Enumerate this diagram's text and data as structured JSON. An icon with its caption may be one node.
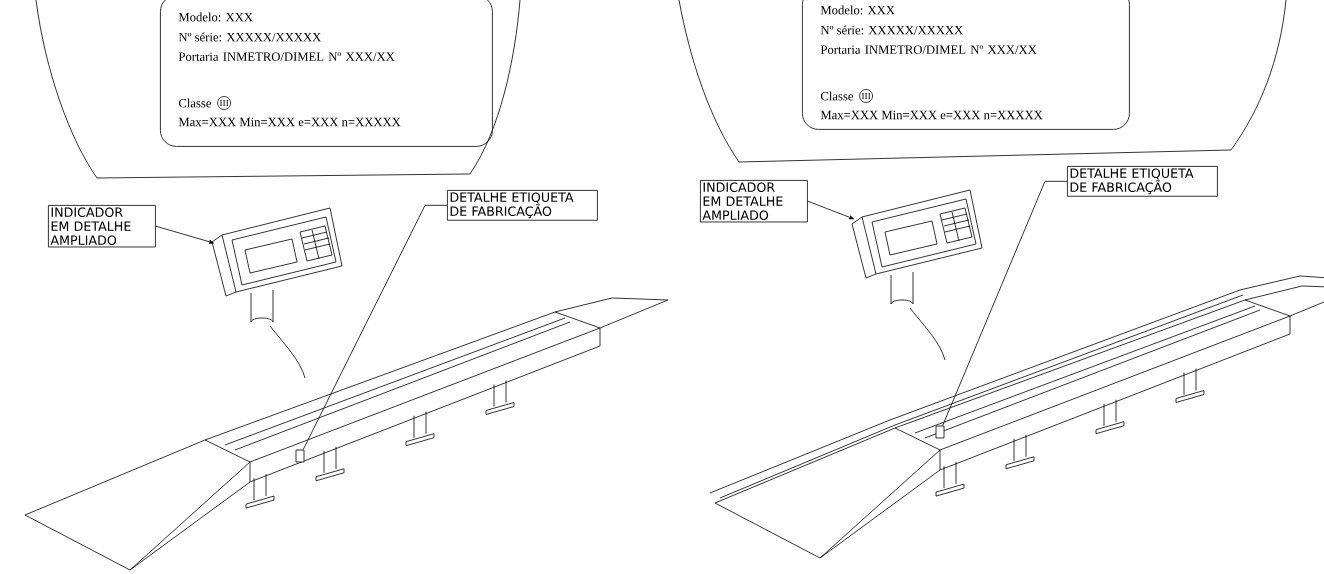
{
  "diagram": {
    "nodes": [
      {
        "text": [
          "Modelo: XXX",
          "Nº série: XXXXX/XXXXX",
          "Portaria INMETRO/DIMEL Nº XXX/XX",
          "Classe",
          "III",
          "Max=XXX Min=XXX e=XXX n=XXXXX"
        ]
      },
      {
        "text": [
          "INDICADOR EM DETALHE AMPLIADO"
        ]
      },
      {
        "text": [
          "DETALHE ETIQUETA DE FABRICAÇÃO"
        ]
      },
      {
        "text": [],
        "shape": "picture"
      },
      {
        "text": [],
        "shape": "box"
      },
      {
        "text": [
          "Modelo: XXX",
          "Nº série: XXXXX/XXXXX",
          "Portaria INMETRO/DIMEL Nº XXX/XX",
          "Classe",
          "III",
          "Max=XXX Min=XXX e=XXX n=XXXXX"
        ]
      },
      {
        "text": [
          "INDICADOR EM DETALHE AMPLIADO"
        ]
      },
      {
        "text": [
          "DETALHE ETIQUETA DE FABRICAÇÃO"
        ]
      },
      {
        "text": [],
        "shape": "picture"
      },
      {
        "text": [],
        "shape": "box"
      }
    ],
    "edges": [
      {
        "from": 1,
        "to": 3,
        "arrow": "to"
      },
      {
        "from": 2,
        "to": 4,
        "arrow": "none"
      },
      {
        "from": 6,
        "to": 8,
        "arrow": "to"
      },
      {
        "from": 7,
        "to": 9,
        "arrow": "none"
      }
    ]
  }
}
